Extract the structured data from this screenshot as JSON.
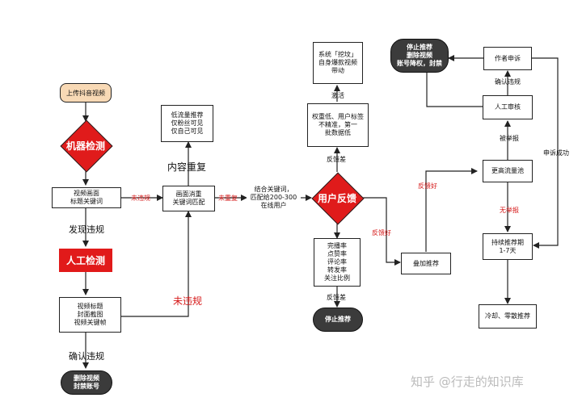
{
  "nodes": {
    "upload": "上传抖音视频",
    "machine_check": "机器检测",
    "video_screen": "视频画面\n标题关键词",
    "manual_check": "人工检测",
    "video_title_box": "视频标题\n封面截图\n视频关键帧",
    "ban": "删除视频\n封禁账号",
    "dedupe": "画面消重\n关键词匹配",
    "low_traffic": "低流量推荐\n仅粉丝可见\n仅自己可见",
    "match_users": "结合关键词，\n匹配给200-300\n在线用户",
    "user_feedback": "用户反馈",
    "metrics": "完播率\n点赞率\n评论率\n转发率\n关注比例",
    "stop_rec_1": "停止推荐",
    "weighting": "权重低、用户标签\n不精准，第一\n批数据低",
    "dig": "系统「挖坟」\n自身爆款视频\n带动",
    "boost": "叠加推荐",
    "high_pool": "更高流量池",
    "manual_review": "人工审核",
    "stop_rec_2": "停止推荐\n删除视频\n账号降权，封禁",
    "author_appeal": "作者申诉",
    "sustained": "持续推荐期\n1-7天",
    "cooldown": "冷却、零散推荐"
  },
  "labels": {
    "found_violation": "发现违规",
    "confirm_violation": "确认违规",
    "no_violation_1": "未违规",
    "no_violation_big": "未违规",
    "content_dup": "内容重复",
    "no_dup": "未重复",
    "bad_fb_1": "反馈差",
    "bad_fb_2": "反馈差",
    "good_fb_1": "反馈好",
    "good_fb_2": "反馈好",
    "activate": "激活",
    "reported": "被举报",
    "not_reported": "无举报",
    "confirm_violation_2": "确认违规",
    "appeal_success": "申诉成功"
  },
  "watermark": "知乎 @行走的知识库",
  "colors": {
    "red": "#e01b1b",
    "dark": "#3b3b3b",
    "start_fill": "#f8d9b5",
    "watermark": "#bbbbbb"
  }
}
